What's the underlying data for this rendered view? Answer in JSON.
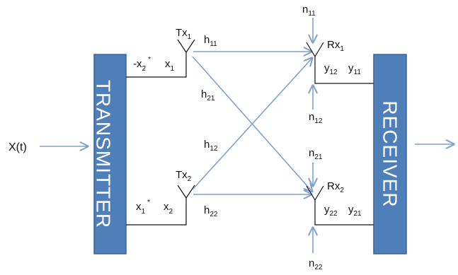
{
  "colors": {
    "block_fill": "#4f7fb9",
    "block_stroke": "#3c6593",
    "arrow": "#7fa2cc",
    "wire": "#111111"
  },
  "blocks": {
    "transmitter": "TRANSMITTER",
    "receiver": "RECEIVER"
  },
  "input": {
    "base": "X(t)"
  },
  "tx1": {
    "antenna_base": "Tx",
    "antenna_sub": "1",
    "sym_left_base": "-x",
    "sym_left_sub": "2",
    "sym_left_sup": "*",
    "sym_right_base": "x",
    "sym_right_sub": "1"
  },
  "tx2": {
    "antenna_base": "Tx",
    "antenna_sub": "2",
    "sym_left_base": "x",
    "sym_left_sub": "1",
    "sym_left_sup": "*",
    "sym_right_base": "x",
    "sym_right_sub": "2"
  },
  "channels": {
    "h11": {
      "base": "h",
      "sub": "11"
    },
    "h21": {
      "base": "h",
      "sub": "21"
    },
    "h12": {
      "base": "h",
      "sub": "12"
    },
    "h22": {
      "base": "h",
      "sub": "22"
    }
  },
  "rx1": {
    "antenna_base": "Rx",
    "antenna_sub": "1",
    "y_a_base": "y",
    "y_a_sub": "12",
    "y_b_base": "y",
    "y_b_sub": "11",
    "noise_top_base": "n",
    "noise_top_sub": "11",
    "noise_bottom_base": "n",
    "noise_bottom_sub": "12"
  },
  "rx2": {
    "antenna_base": "Rx",
    "antenna_sub": "2",
    "y_a_base": "y",
    "y_a_sub": "22",
    "y_b_base": "y",
    "y_b_sub": "21",
    "noise_top_base": "n",
    "noise_top_sub": "21",
    "noise_bottom_base": "n",
    "noise_bottom_sub": "22"
  }
}
